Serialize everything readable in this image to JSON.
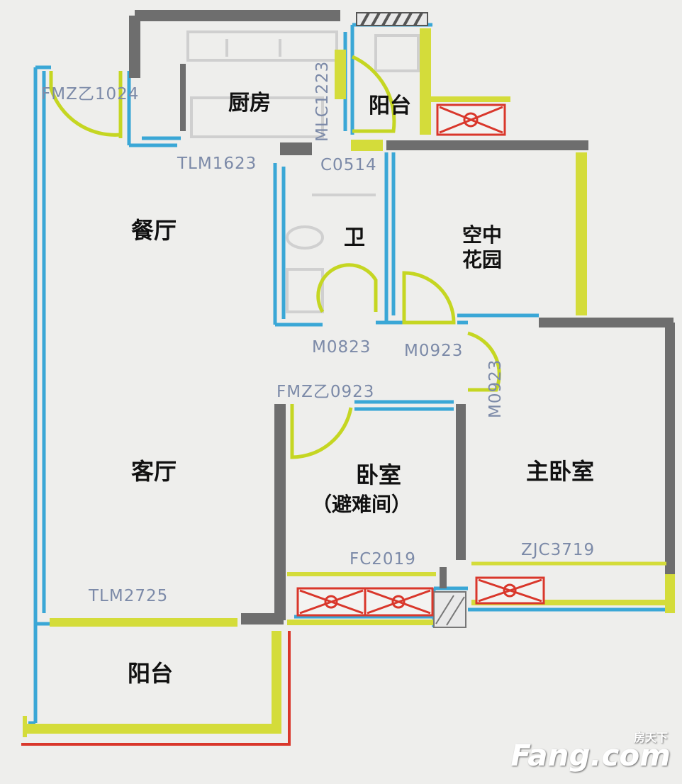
{
  "rooms": {
    "kitchen": "厨房",
    "balcony_top": "阳台",
    "dining": "餐厅",
    "bath": "卫",
    "garden_line1": "空中",
    "garden_line2": "花园",
    "living": "客厅",
    "bedroom": "卧室",
    "bedroom_note": "（避难间）",
    "master": "主卧室",
    "balcony_bottom": "阳台"
  },
  "codes": {
    "fmz1024": "FMZ乙1024",
    "mlc1223": "MLC1223",
    "tlm1623": "TLM1623",
    "c0514": "C0514",
    "m0823": "M0823",
    "m0923a": "M0923",
    "m0923b": "M0923",
    "fmz0923": "FMZ乙0923",
    "fc2019": "FC2019",
    "zjc3719": "ZJC3719",
    "tlm2725": "TLM2725"
  },
  "watermark": {
    "brand": "Fang.com",
    "cn": "房天下"
  },
  "colors": {
    "wall_blue": "#3aa7d6",
    "wall_gray": "#6e6e6e",
    "wall_yellow": "#d4dc3a",
    "wall_red": "#d9372b",
    "door_arc": "#c5d622",
    "label_gray": "#7c8aa8"
  }
}
